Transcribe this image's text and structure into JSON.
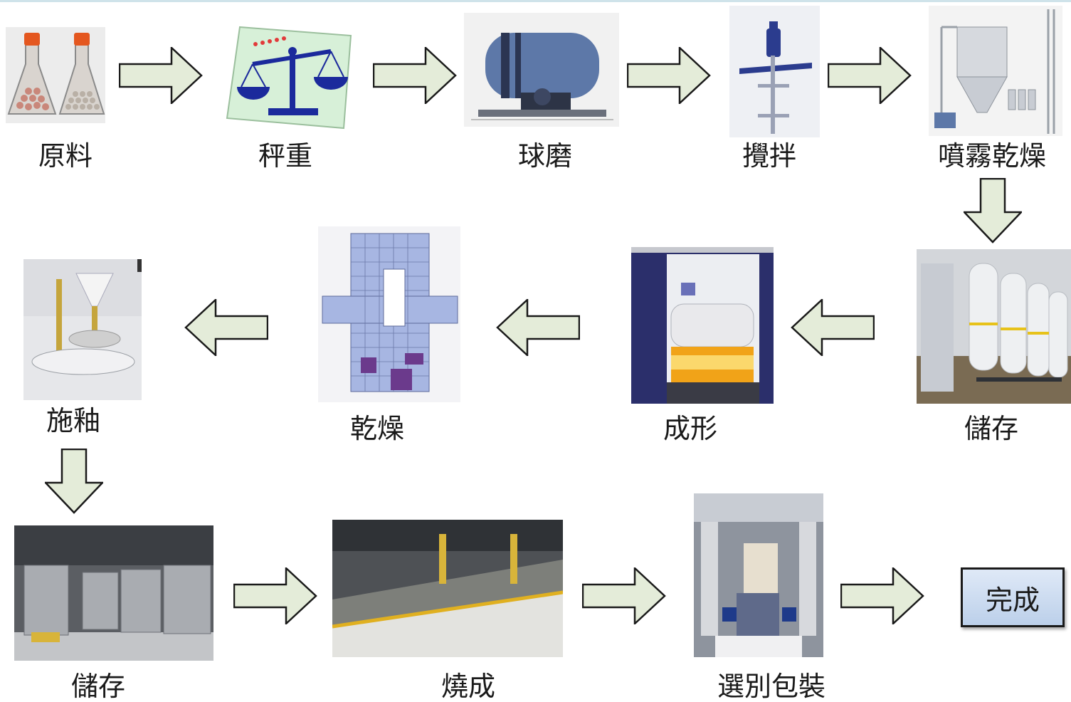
{
  "steps": [
    {
      "label": "原料"
    },
    {
      "label": "秤重"
    },
    {
      "label": "球磨"
    },
    {
      "label": "攪拌"
    },
    {
      "label": "噴霧乾燥"
    },
    {
      "label": "儲存"
    },
    {
      "label": "成形"
    },
    {
      "label": "乾燥"
    },
    {
      "label": "施釉"
    },
    {
      "label": "儲存"
    },
    {
      "label": "燒成"
    },
    {
      "label": "選別包裝"
    }
  ],
  "final": {
    "label": "完成"
  },
  "colors": {
    "arrow_fill": "#e4ecd9",
    "arrow_stroke": "#1a1a1a",
    "final_box": "#c9d9ef"
  }
}
